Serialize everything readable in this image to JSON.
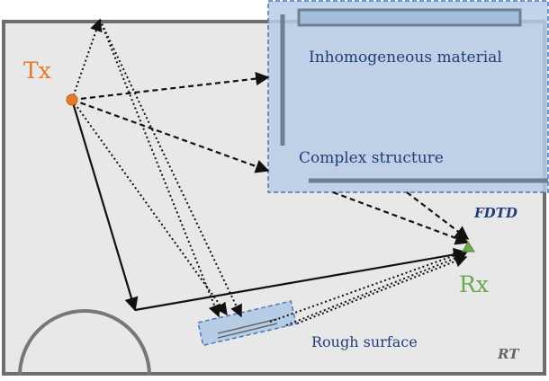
{
  "labels": {
    "tx": "Tx",
    "rx": "Rx",
    "inhomogeneous": "Inhomogeneous material",
    "complex": "Complex structure",
    "rough": "Rough surface",
    "fdtd": "FDTD",
    "rt": "RT"
  },
  "colors": {
    "tx": "#e8792a",
    "rx": "#6aa84f",
    "region_fill": "#b7cde6",
    "region_border": "#4a78b8",
    "label_text": "#1f3d7a",
    "background": "#e8e8e8",
    "frame": "#6e6e6e"
  }
}
